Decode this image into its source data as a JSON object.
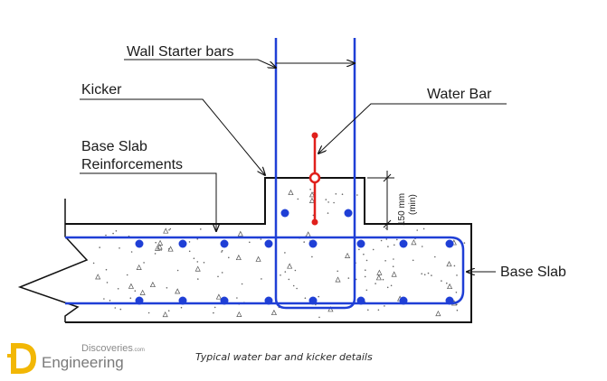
{
  "labels": {
    "wall_starter_bars": "Wall Starter bars",
    "kicker": "Kicker",
    "water_bar": "Water Bar",
    "base_slab_reinf_line1": "Base Slab",
    "base_slab_reinf_line2": "Reinforcements",
    "base_slab": "Base Slab",
    "dimension_value": "150 mm",
    "dimension_note": "(min)"
  },
  "caption": "Typical water bar and kicker details",
  "logo": {
    "line1": "Discoveries",
    "line1_suffix": ".com",
    "line2": "Engineering"
  },
  "colors": {
    "rebar": "#1f3fd6",
    "water_bar": "#e0201c",
    "outline": "#111111",
    "logo_accent": "#f2b705"
  }
}
